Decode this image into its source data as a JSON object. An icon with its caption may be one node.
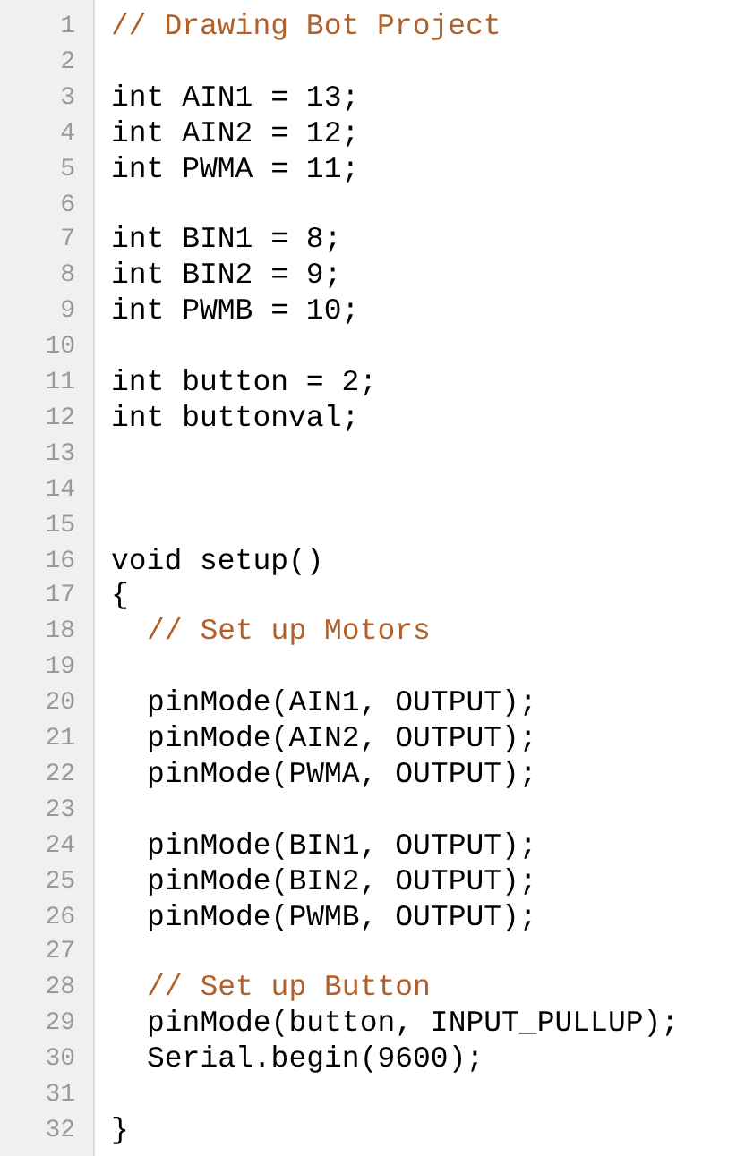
{
  "diagram": {
    "labels": [
      "1",
      "// Drawing Bot Project",
      "2",
      "3",
      "int AIN1 = 13;",
      "4",
      "int AIN2 = 12;",
      "5",
      "int PWMA = 11;",
      "6",
      "7",
      "int BIN1 = 8;",
      "8",
      "int BIN2 = 9;",
      "9",
      "int PWMB = 10;",
      "10",
      "11",
      "int button = 2;",
      "12",
      "int buttonval;",
      "13",
      "14",
      "15",
      "16",
      "void setup()",
      "17",
      "{",
      "18",
      "// Set up Motors",
      "19",
      "20",
      "pinMode(AIN1, OUTPUT);",
      "21",
      "pinMode(AIN2, OUTPUT);",
      "22",
      "pinMode(PWMA, OUTPUT);",
      "23",
      "24",
      "pinMode(BIN1, OUTPUT);",
      "25",
      "pinMode(BIN2, OUTPUT);",
      "26",
      "pinMode(PWMB, OUTPUT);",
      "27",
      "28",
      "// Set up Button",
      "29",
      "pinMode(button, INPUT_PULLUP);",
      "30",
      "Serial.begin(9600);",
      "31",
      "32",
      "}"
    ]
  }
}
